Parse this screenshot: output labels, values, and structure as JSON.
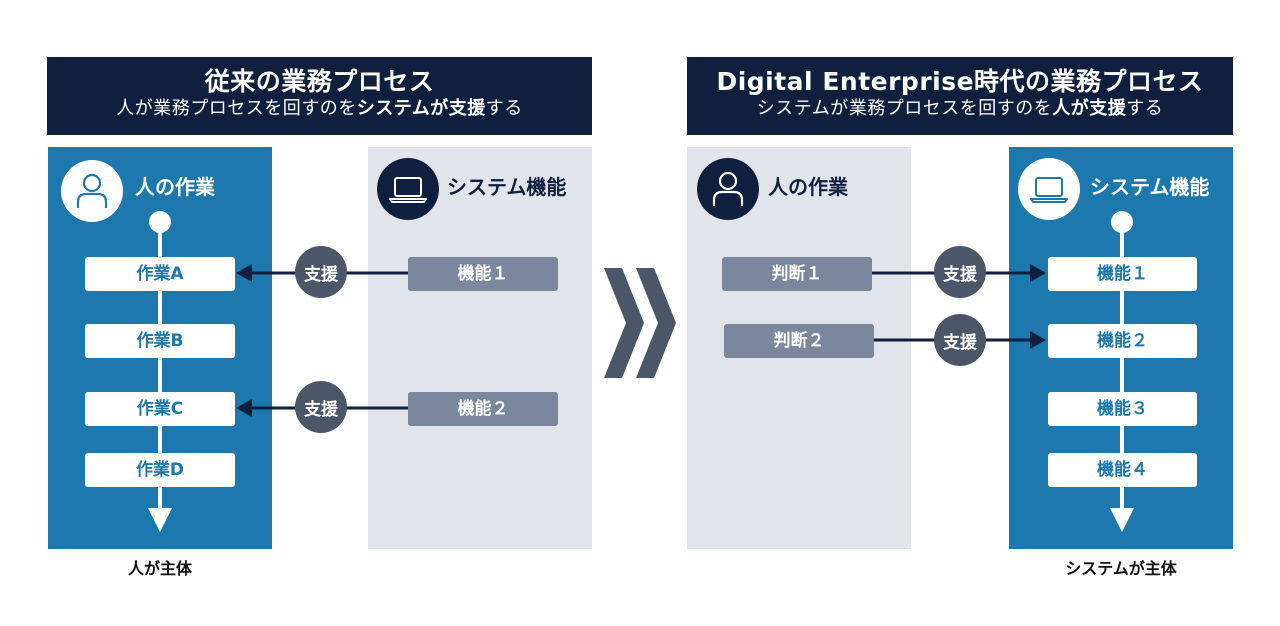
{
  "left": {
    "title": "従来の業務プロセス",
    "subtitle_pre": "人が業務プロセスを回すのを",
    "subtitle_bold": "システムが支援",
    "subtitle_post": "する",
    "human_panel": {
      "title": "人の作業",
      "tasks": [
        "作業A",
        "作業B",
        "作業C",
        "作業D"
      ],
      "footer": "人が主体"
    },
    "system_panel": {
      "title": "システム機能",
      "functions": [
        "機能１",
        "機能２"
      ]
    },
    "support_label": "支援"
  },
  "right": {
    "title": "Digital Enterprise時代の業務プロセス",
    "subtitle_pre": "システムが業務プロセスを回すのを",
    "subtitle_bold": "人が支援",
    "subtitle_post": "する",
    "human_panel": {
      "title": "人の作業",
      "judgments": [
        "判断１",
        "判断２"
      ]
    },
    "system_panel": {
      "title": "システム機能",
      "functions": [
        "機能１",
        "機能２",
        "機能３",
        "機能４"
      ],
      "footer": "システムが主体"
    },
    "support_label": "支援"
  },
  "colors": {
    "navy": "#0f1f3d",
    "blue": "#1d78ad",
    "gray_panel": "#e1e4ea",
    "gray_box": "#7b879c",
    "badge": "#4b5669",
    "chevron": "#4b5669"
  }
}
